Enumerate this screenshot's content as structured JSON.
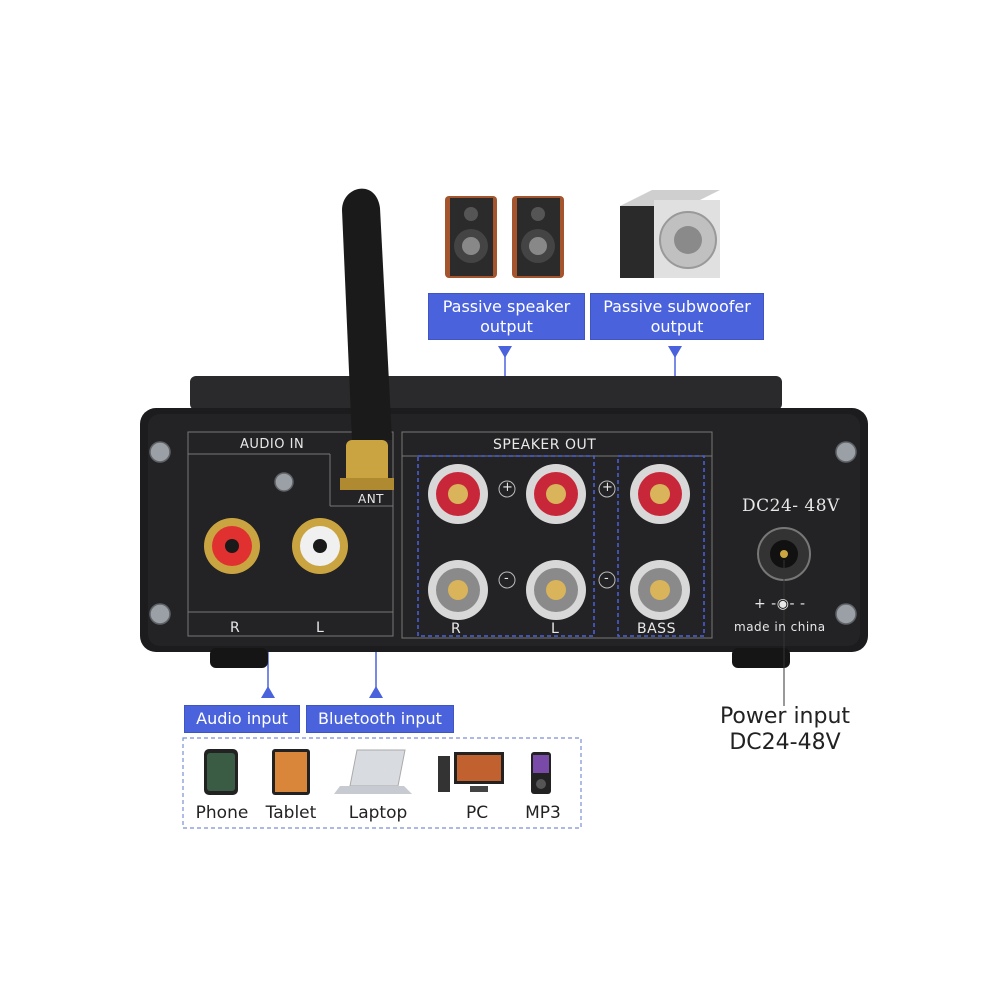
{
  "callouts": {
    "passive_speaker": [
      "Passive speaker",
      "output"
    ],
    "passive_subwoofer": [
      "Passive subwoofer",
      "output"
    ],
    "audio_input": "Audio input",
    "bluetooth_input": "Bluetooth input",
    "power_input": [
      "Power input",
      "DC24-48V"
    ]
  },
  "panel": {
    "audio_in": "AUDIO IN",
    "speaker_out": "SPEAKER OUT",
    "ant": "ANT",
    "r": "R",
    "l": "L",
    "out_r": "R",
    "out_l": "L",
    "bass": "BASS",
    "dc": "DC24- 48V",
    "polarity": "+ -◉- -",
    "made_in": "made in china",
    "plus": "+",
    "minus": "-"
  },
  "devices": [
    "Phone",
    "Tablet",
    "Laptop",
    "PC",
    "MP3"
  ],
  "colors": {
    "accent": "#4a63dc",
    "chassis": "#1c1c1e"
  }
}
